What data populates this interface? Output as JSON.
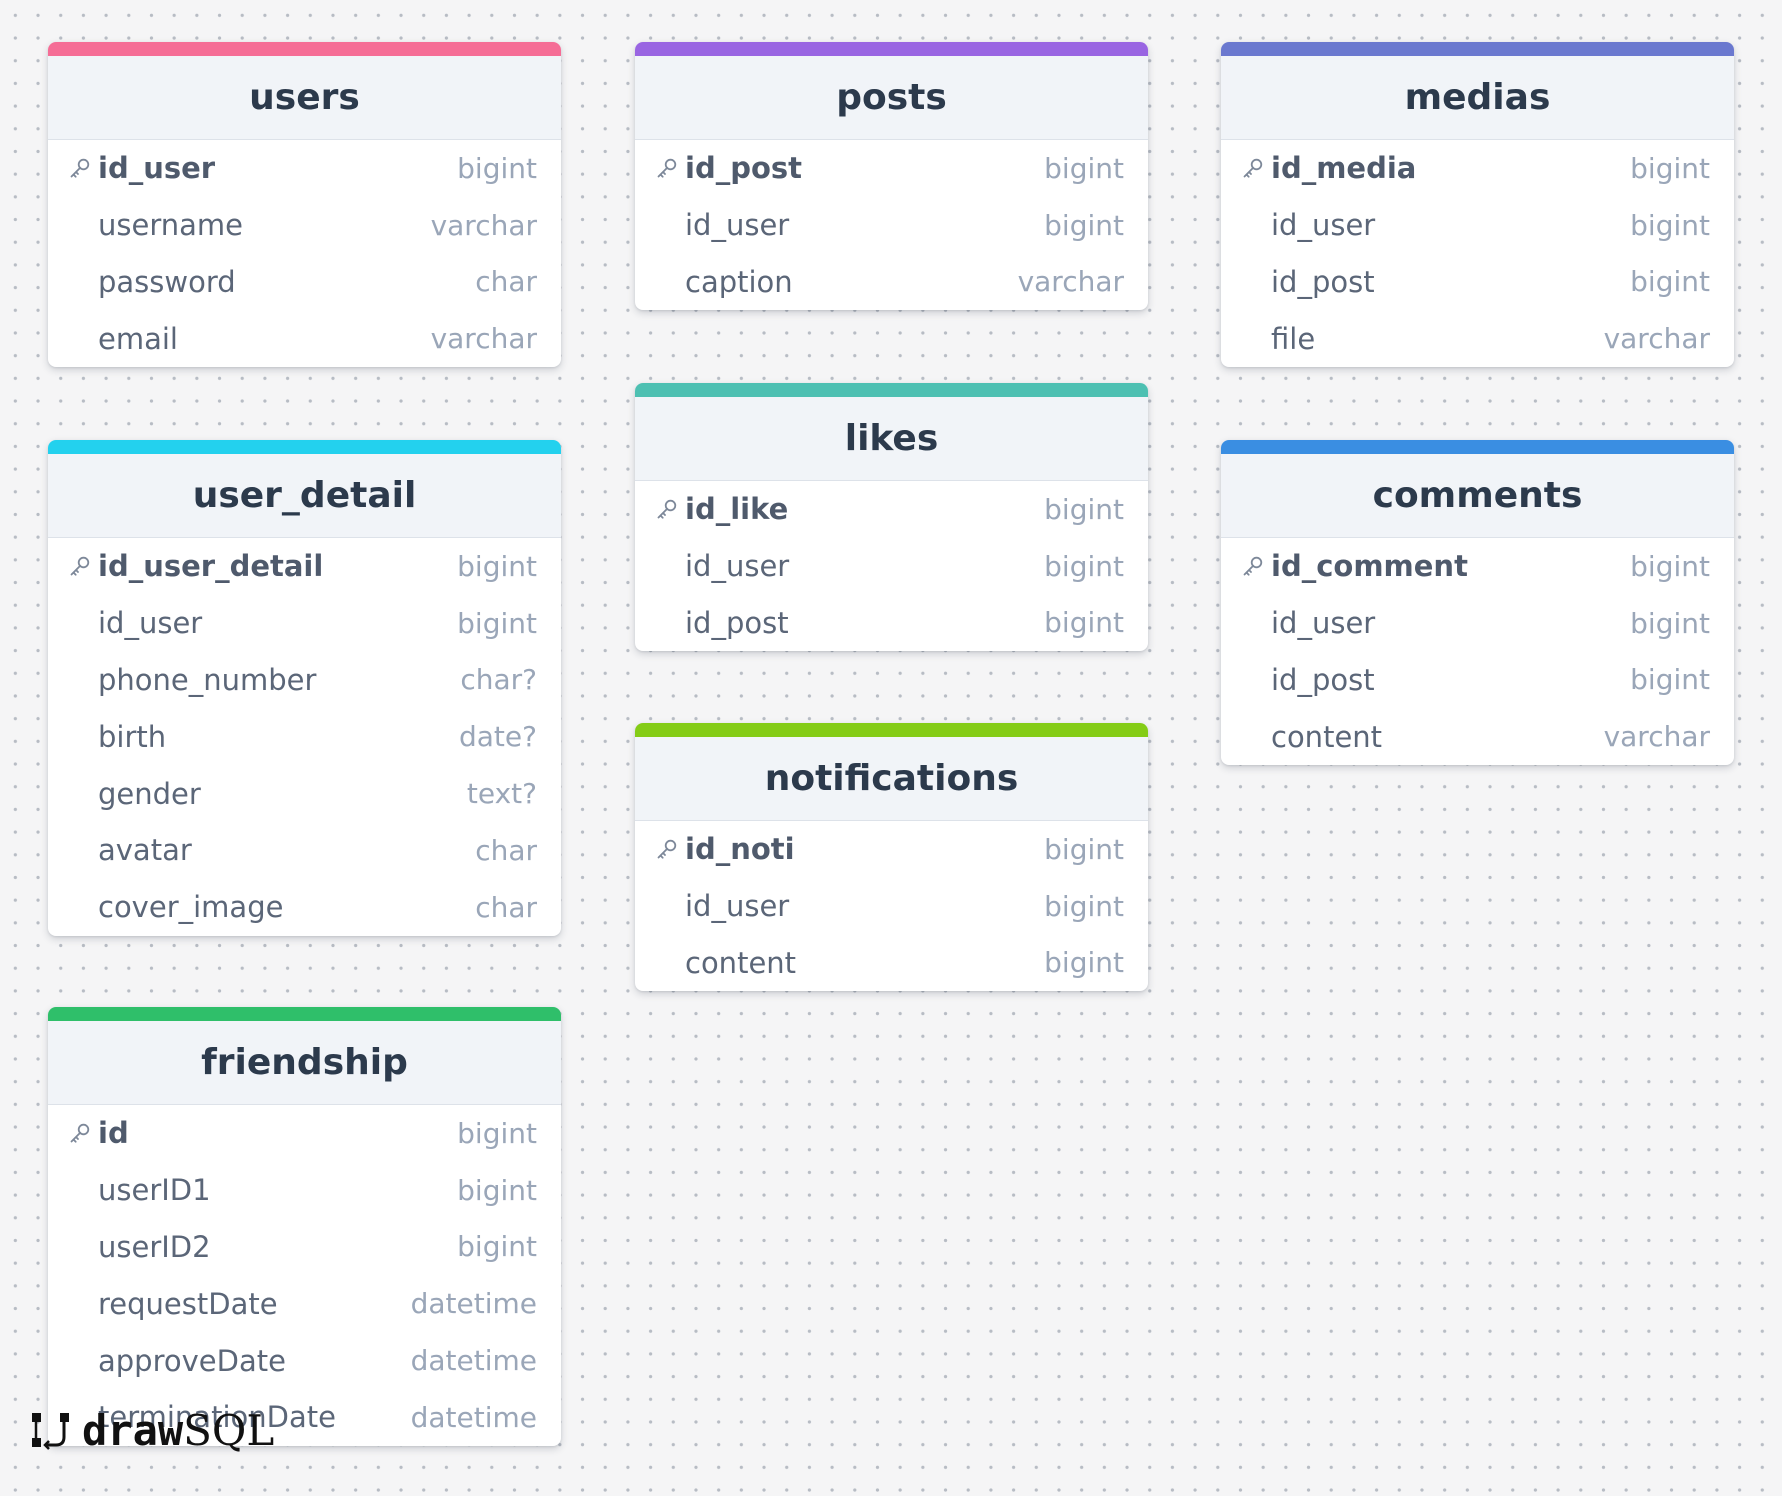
{
  "tables": [
    {
      "name": "users",
      "color": "#f56d96",
      "fields": [
        {
          "name": "id_user",
          "type": "bigint",
          "pk": true
        },
        {
          "name": "username",
          "type": "varchar",
          "pk": false
        },
        {
          "name": "password",
          "type": "char",
          "pk": false
        },
        {
          "name": "email",
          "type": "varchar",
          "pk": false
        }
      ]
    },
    {
      "name": "user_detail",
      "color": "#23d1ee",
      "fields": [
        {
          "name": "id_user_detail",
          "type": "bigint",
          "pk": true
        },
        {
          "name": "id_user",
          "type": "bigint",
          "pk": false
        },
        {
          "name": "phone_number",
          "type": "char?",
          "pk": false
        },
        {
          "name": "birth",
          "type": "date?",
          "pk": false
        },
        {
          "name": "gender",
          "type": "text?",
          "pk": false
        },
        {
          "name": "avatar",
          "type": "char",
          "pk": false
        },
        {
          "name": "cover_image",
          "type": "char",
          "pk": false
        }
      ]
    },
    {
      "name": "friendship",
      "color": "#2fbf6a",
      "fields": [
        {
          "name": "id",
          "type": "bigint",
          "pk": true
        },
        {
          "name": "userID1",
          "type": "bigint",
          "pk": false
        },
        {
          "name": "userID2",
          "type": "bigint",
          "pk": false
        },
        {
          "name": "requestDate",
          "type": "datetime",
          "pk": false
        },
        {
          "name": "approveDate",
          "type": "datetime",
          "pk": false
        },
        {
          "name": "terminationDate",
          "type": "datetime",
          "pk": false
        }
      ]
    },
    {
      "name": "posts",
      "color": "#9965e2",
      "fields": [
        {
          "name": "id_post",
          "type": "bigint",
          "pk": true
        },
        {
          "name": "id_user",
          "type": "bigint",
          "pk": false
        },
        {
          "name": "caption",
          "type": "varchar",
          "pk": false
        }
      ]
    },
    {
      "name": "likes",
      "color": "#4dc0b2",
      "fields": [
        {
          "name": "id_like",
          "type": "bigint",
          "pk": true
        },
        {
          "name": "id_user",
          "type": "bigint",
          "pk": false
        },
        {
          "name": "id_post",
          "type": "bigint",
          "pk": false
        }
      ]
    },
    {
      "name": "notifications",
      "color": "#84cc16",
      "fields": [
        {
          "name": "id_noti",
          "type": "bigint",
          "pk": true
        },
        {
          "name": "id_user",
          "type": "bigint",
          "pk": false
        },
        {
          "name": "content",
          "type": "bigint",
          "pk": false
        }
      ]
    },
    {
      "name": "medias",
      "color": "#6a78cf",
      "fields": [
        {
          "name": "id_media",
          "type": "bigint",
          "pk": true
        },
        {
          "name": "id_user",
          "type": "bigint",
          "pk": false
        },
        {
          "name": "id_post",
          "type": "bigint",
          "pk": false
        },
        {
          "name": "file",
          "type": "varchar",
          "pk": false
        }
      ]
    },
    {
      "name": "comments",
      "color": "#3a8ee2",
      "fields": [
        {
          "name": "id_comment",
          "type": "bigint",
          "pk": true
        },
        {
          "name": "id_user",
          "type": "bigint",
          "pk": false
        },
        {
          "name": "id_post",
          "type": "bigint",
          "pk": false
        },
        {
          "name": "content",
          "type": "varchar",
          "pk": false
        }
      ]
    }
  ],
  "logo": {
    "draw": "draw",
    "sql": "SQL"
  }
}
